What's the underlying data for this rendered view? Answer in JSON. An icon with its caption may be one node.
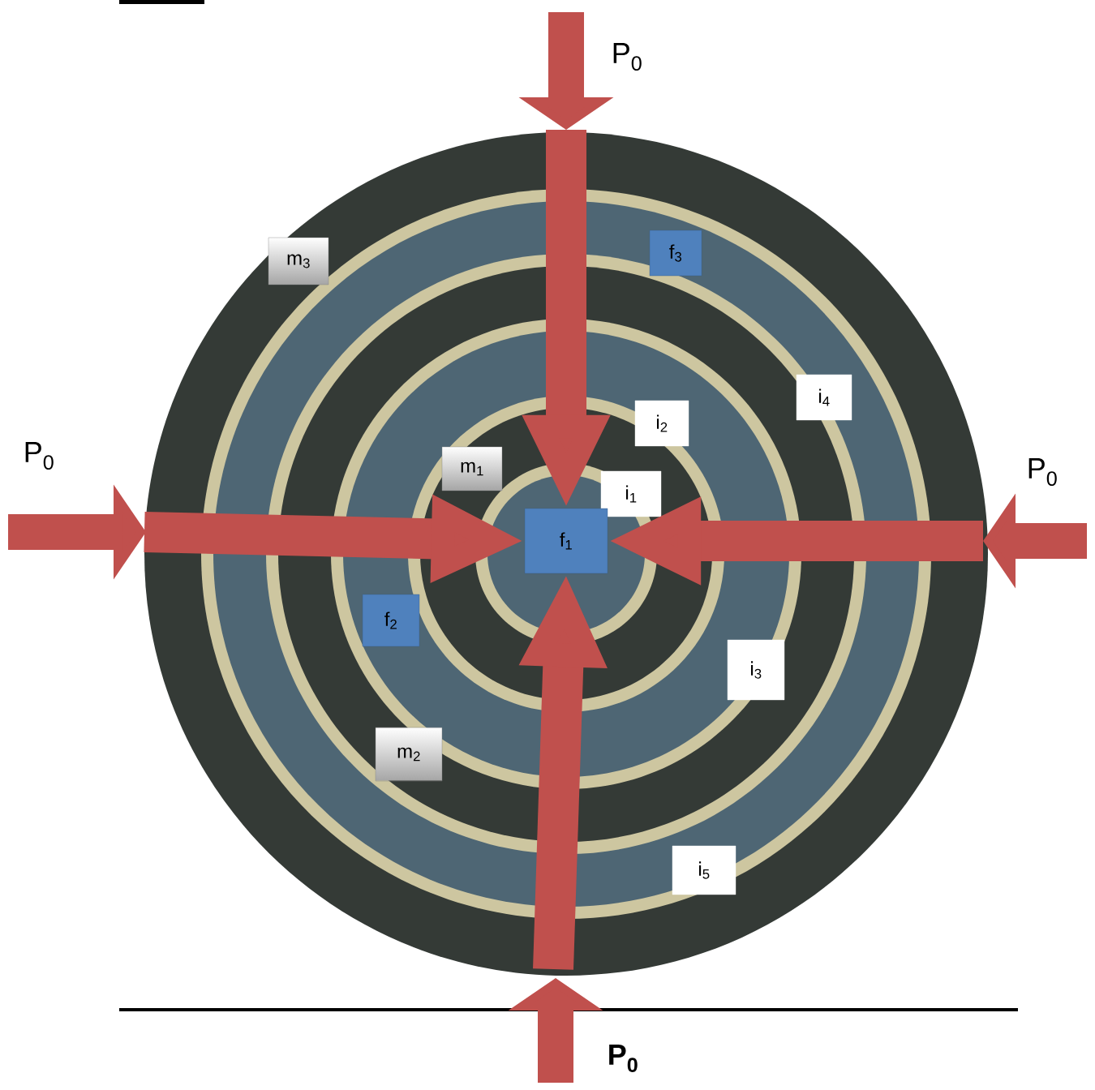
{
  "diagram": {
    "nodes": [
      {
        "text": [
          "m$_{3}$"
        ]
      },
      {
        "text": [
          "f$_{3}$"
        ]
      },
      {
        "text": [
          "i$_{4}$"
        ]
      },
      {
        "text": [
          "i$_{2}$"
        ]
      },
      {
        "text": [
          "m$_{1}$"
        ]
      },
      {
        "text": [
          "i$_{1}$"
        ]
      },
      {
        "text": [
          "f$_{1}$"
        ]
      },
      {
        "text": [
          "f$_{2}$"
        ]
      },
      {
        "text": [
          "i$_{3}$"
        ]
      },
      {
        "text": [
          "m$_{2}$"
        ]
      },
      {
        "text": [
          "i$_{5}$"
        ]
      }
    ],
    "edges": [
      {
        "from": null,
        "to": 6,
        "arrow": "to"
      },
      {
        "from": null,
        "to": 6,
        "arrow": "to"
      },
      {
        "from": null,
        "to": 6,
        "arrow": "to"
      },
      {
        "from": null,
        "to": 6,
        "arrow": "to"
      }
    ],
    "labels": [
      "P$_{0}$",
      "P$_{0}$",
      "P$_{0}$",
      "P$_{0}$"
    ]
  }
}
